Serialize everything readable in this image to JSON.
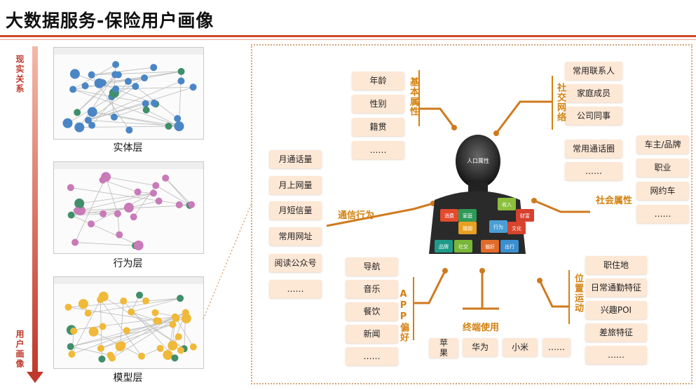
{
  "title": "大数据服务-保险用户画像",
  "side_arrow": {
    "top_label": "现实关系",
    "bottom_label": "用户画像"
  },
  "layers": [
    {
      "caption": "实体层",
      "node_color": "#4a86c5"
    },
    {
      "caption": "行为层",
      "node_color": "#c97ab8"
    },
    {
      "caption": "模型层",
      "node_color": "#f0b93a"
    }
  ],
  "colors": {
    "accent": "#d4810f",
    "line": "#cf7a1e",
    "box_fill": "#fde7d5",
    "rule": "#d1492a"
  },
  "center": {
    "head_label": "人口属性",
    "puzzle": [
      "收入",
      "消费",
      "家庭",
      "婚姻",
      "行为",
      "文化",
      "品牌",
      "社交",
      "偏好",
      "出行",
      "财富"
    ]
  },
  "groups": {
    "basic": {
      "label": "基本属性",
      "items": [
        "年龄",
        "性别",
        "籍贯",
        "……"
      ]
    },
    "social_net": {
      "label": "社交网络",
      "items": [
        "常用联系人",
        "家庭成员",
        "公司同事",
        "常用通话圈",
        "……"
      ]
    },
    "social_attr": {
      "label": "社会属性",
      "items": [
        "车主/品牌",
        "职业",
        "网约车",
        "……"
      ]
    },
    "comm": {
      "label": "通信行为",
      "items": [
        "月通话量",
        "月上网量",
        "月短信量",
        "常用网址",
        "阅读公众号",
        "……"
      ]
    },
    "app": {
      "label": "APP偏好",
      "items": [
        "导航",
        "音乐",
        "餐饮",
        "新闻",
        "……"
      ]
    },
    "terminal": {
      "label": "终端使用",
      "items": [
        "苹果",
        "华为",
        "小米",
        "……"
      ]
    },
    "location": {
      "label": "位置运动",
      "items": [
        "职住地",
        "日常通勤特征",
        "兴趣POI",
        "差旅特征",
        "……"
      ]
    }
  }
}
